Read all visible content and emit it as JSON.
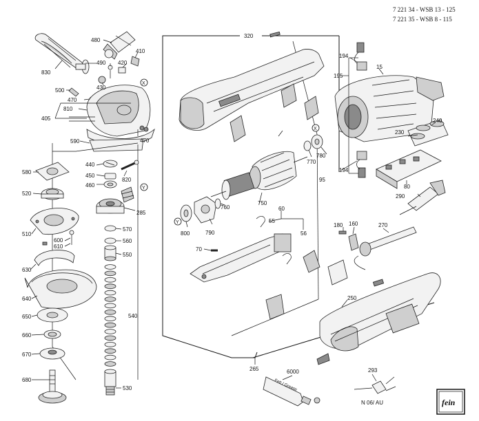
{
  "header": {
    "line1": "7 221 34 - WSB 13 - 125",
    "line2": "7 221 35 - WSB   8 - 115"
  },
  "reference_code": "N 06/ AU",
  "logo": {
    "text": "fein"
  },
  "grease_tube_text": "Fett / Grease",
  "callouts": {
    "c480": "480",
    "c830": "830",
    "c410": "410",
    "c490": "490",
    "c420": "420",
    "c430": "430",
    "c500": "500",
    "c470a": "470",
    "c810": "810",
    "c405": "405",
    "c590": "590",
    "c470b": "470",
    "c440": "440",
    "c450": "450",
    "c460": "460",
    "c820": "820",
    "c285": "285",
    "c580": "580",
    "c520": "520",
    "c510": "510",
    "c600": "600",
    "c610": "610",
    "c630": "630",
    "c640": "640",
    "c650": "650",
    "c660": "660",
    "c670": "670",
    "c680": "680",
    "c570": "570",
    "c560": "560",
    "c550": "550",
    "c540": "540",
    "c530": "530",
    "c320": "320",
    "c194a": "194",
    "c195": "195",
    "c15": "15",
    "c240": "240",
    "c230": "230",
    "c780": "780",
    "c770": "770",
    "c194b": "194",
    "c95": "95",
    "c80": "80",
    "c290": "290",
    "c760": "760",
    "c750": "750",
    "c800": "800",
    "c790": "790",
    "c60": "60",
    "c55": "55",
    "c56": "56",
    "c70": "70",
    "c180": "180",
    "c160": "160",
    "c270": "270",
    "c250": "250",
    "c265": "265",
    "c6000": "6000",
    "c293": "293",
    "markX1": "X",
    "markX2": "X",
    "markY1": "Y",
    "markY2": "Y"
  }
}
